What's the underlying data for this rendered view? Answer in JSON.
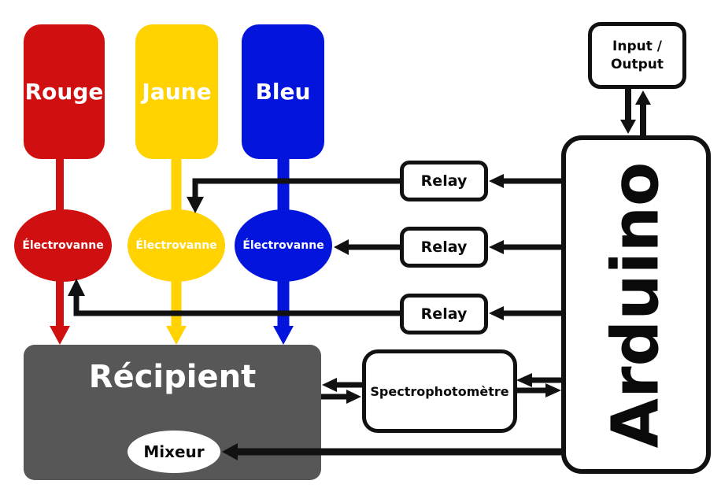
{
  "colors": {
    "red": "#d01010",
    "yellow": "#ffd200",
    "blue": "#0314dd",
    "dark": "#575757",
    "line": "#111111",
    "paper": "#ffffff"
  },
  "tanks": [
    {
      "label": "Rouge"
    },
    {
      "label": "Jaune"
    },
    {
      "label": "Bleu"
    }
  ],
  "valves": [
    {
      "label": "Électrovanne"
    },
    {
      "label": "Électrovanne"
    },
    {
      "label": "Électrovanne"
    }
  ],
  "recipient": {
    "label": "Récipient"
  },
  "mixer": {
    "label": "Mixeur"
  },
  "relays": [
    {
      "label": "Relay"
    },
    {
      "label": "Relay"
    },
    {
      "label": "Relay"
    }
  ],
  "spectrometer": {
    "label": "Spectrophotomètre"
  },
  "io": {
    "label": "Input / Output"
  },
  "arduino": {
    "label": "Arduino"
  }
}
